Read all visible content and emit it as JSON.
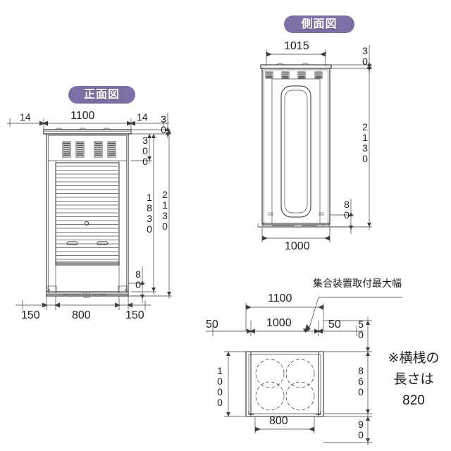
{
  "document": {
    "type": "technical-drawing",
    "background_color": "#ffffff",
    "badge_color": "#7d6fa4",
    "line_color": "#2b2b2b"
  },
  "views": {
    "front": {
      "badge_label": "正面図",
      "dimensions": {
        "top_left_overhang": "14",
        "top_width": "1100",
        "top_right_overhang": "14",
        "roof_thickness": "30",
        "upper_panel_height": "300",
        "shutter_height": "1830",
        "total_height": "2130",
        "base_height": "80",
        "bottom_left_leg": "150",
        "bottom_center": "800",
        "bottom_right_leg": "150"
      },
      "louver_count": 4,
      "shutter_slat_count": 26,
      "handle_count": 2,
      "lock_count": 1
    },
    "side": {
      "badge_label": "側面図",
      "dimensions": {
        "top_width": "1015",
        "roof_thickness": "30",
        "total_height": "2130",
        "base_height": "80",
        "bottom_width": "1000"
      },
      "louver_count": 4
    },
    "plan": {
      "annotation_label": "集合装置取付最大幅",
      "dimensions": {
        "outer_width": "1100",
        "inner_width": "1000",
        "left_offset": "50",
        "right_offset": "50",
        "side_depth": "1000",
        "bottom_width": "800",
        "top_gap": "50",
        "inner_depth": "860",
        "bottom_gap": "90"
      },
      "circle_count": 4
    }
  },
  "notes": {
    "beam_note_line1": "※横桟の",
    "beam_note_line2": "長さは",
    "beam_note_line3": "820"
  }
}
